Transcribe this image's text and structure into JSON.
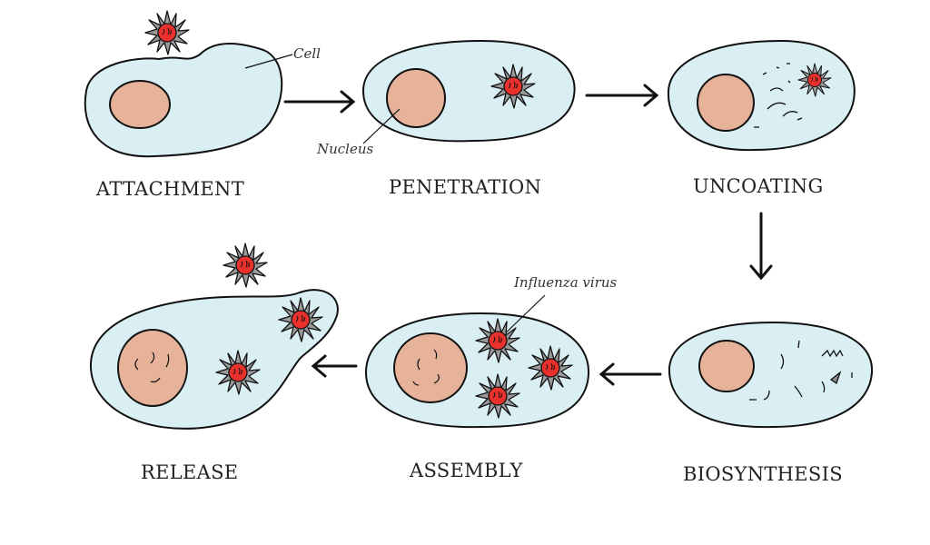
{
  "title": "Influenza virus replication cycle",
  "colors": {
    "cell_fill": "#d9eff4",
    "nucleus_fill": "#e6b299",
    "virus_core": "#e8302c",
    "virus_spike": "#8a8a8a",
    "outline": "#111111"
  },
  "stages": [
    {
      "id": "attachment",
      "label": "ATTACHMENT"
    },
    {
      "id": "penetration",
      "label": "PENETRATION"
    },
    {
      "id": "uncoating",
      "label": "UNCOATING"
    },
    {
      "id": "biosynthesis",
      "label": "BIOSYNTHESIS"
    },
    {
      "id": "assembly",
      "label": "ASSEMBLY"
    },
    {
      "id": "release",
      "label": "RELEASE"
    }
  ],
  "annotations": {
    "cell": "Cell",
    "nucleus": "Nucleus",
    "virus": "Influenza virus"
  },
  "flow": [
    "attachment",
    "penetration",
    "uncoating",
    "biosynthesis",
    "assembly",
    "release"
  ]
}
